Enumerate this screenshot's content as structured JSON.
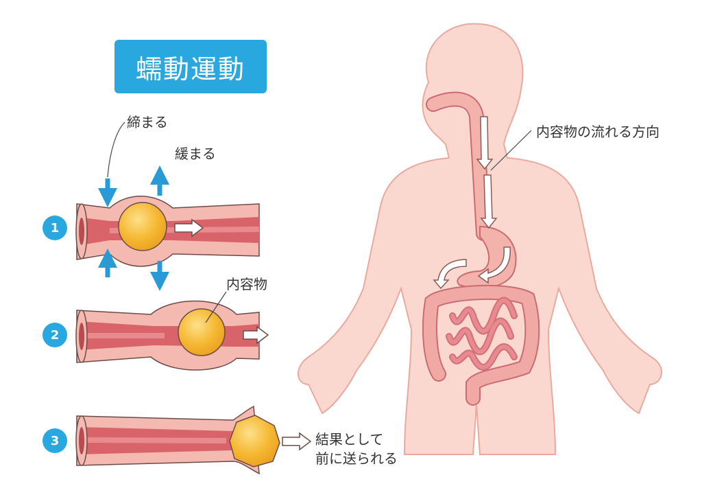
{
  "title": "蠕動運動",
  "labels": {
    "contract": "締まる",
    "relax": "緩まる",
    "contents": "内容物",
    "result_line1": "結果として",
    "result_line2": "前に送られる",
    "flow_direction": "内容物の流れる方向"
  },
  "steps": [
    "1",
    "2",
    "3"
  ],
  "colors": {
    "accent": "#29a8e0",
    "tube_wall": "#f4b9b0",
    "lumen": "#d8646a",
    "bolus": "#f5b731",
    "skin": "#fbd8cf"
  }
}
